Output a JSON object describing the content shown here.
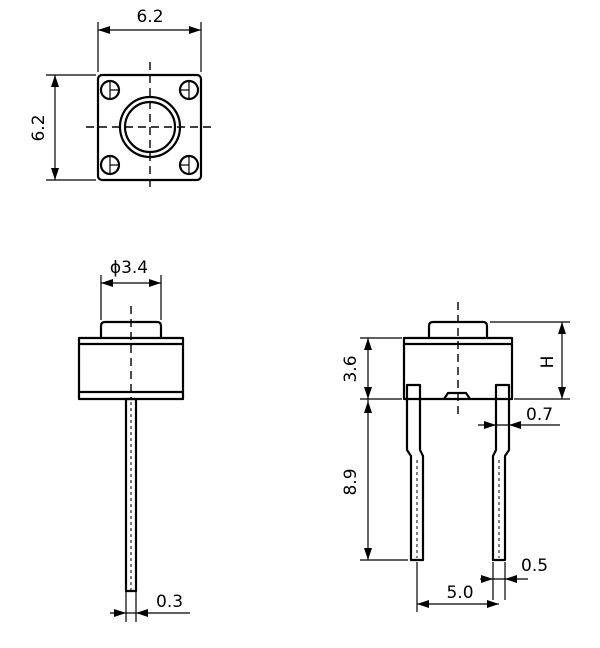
{
  "dimensions": {
    "top_width": "6.2",
    "top_height": "6.2",
    "knob_diameter": "ϕ3.4",
    "pin_thickness": "0.3",
    "body_height": "3.6",
    "pin_length": "8.9",
    "overall_height": "H",
    "pin_width": "0.7",
    "pin_tip_width": "0.5",
    "pin_pitch": "5.0"
  }
}
